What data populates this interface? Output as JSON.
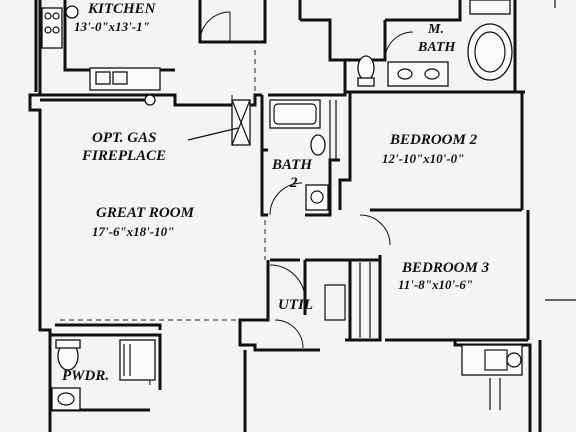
{
  "rooms": {
    "kitchen": {
      "name": "KITCHEN",
      "size": "13'-0\"x13'-1\""
    },
    "master_bath": {
      "name_line1": "M.",
      "name_line2": "BATH"
    },
    "fireplace": {
      "line1": "OPT. GAS",
      "line2": "FIREPLACE"
    },
    "bedroom2": {
      "name": "BEDROOM 2",
      "size": "12'-10\"x10'-0\""
    },
    "bath2": {
      "name_line1": "BATH",
      "name_line2": "2"
    },
    "great_room": {
      "name": "GREAT ROOM",
      "size": "17'-6\"x18'-10\""
    },
    "bedroom3": {
      "name": "BEDROOM 3",
      "size": "11'-8\"x10'-6\""
    },
    "util": {
      "name": "UTIL"
    },
    "powder": {
      "name": "PWDR."
    }
  }
}
